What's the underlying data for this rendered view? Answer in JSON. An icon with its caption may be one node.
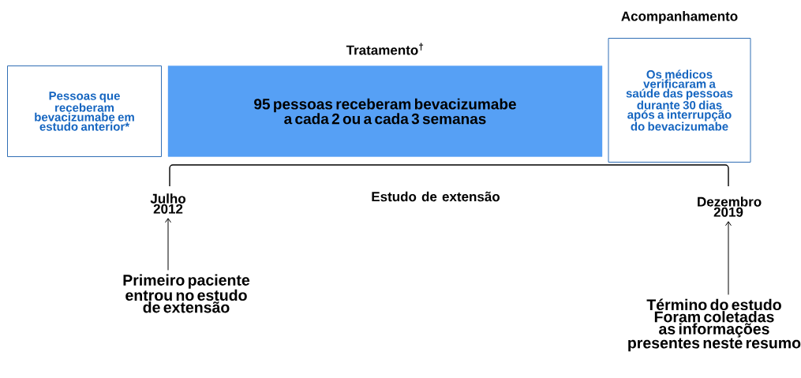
{
  "diagram": {
    "nodes": [
      {
        "text": [
          "Pessoas que receberam bevacizumabe em estudo anterior*"
        ]
      },
      {
        "text": [
          "Tratamento$^{†}$",
          "95 pessoas receberam bevacizumabe a cada 2 ou a cada 3 semanas"
        ]
      },
      {
        "text": [
          "Acompanhamento",
          "Os médicos verificaram a saúde das pessoas durante 30 dias após a interrupção do bevacizumabe"
        ]
      },
      {
        "text": [
          "Julho 2012"
        ]
      },
      {
        "text": [
          "Primeiro paciente entrou no estudo de extensão"
        ]
      },
      {
        "text": [
          "Dezembro 2019"
        ]
      },
      {
        "text": [
          "Término do estudo",
          "Foram coletadas as informações presentes neste resumo"
        ]
      }
    ],
    "edges": [
      {
        "from": 4,
        "to": 3,
        "arrow": "to"
      },
      {
        "from": 6,
        "to": 5,
        "arrow": "to"
      }
    ],
    "labels": [
      "Estudo de extensão"
    ]
  }
}
